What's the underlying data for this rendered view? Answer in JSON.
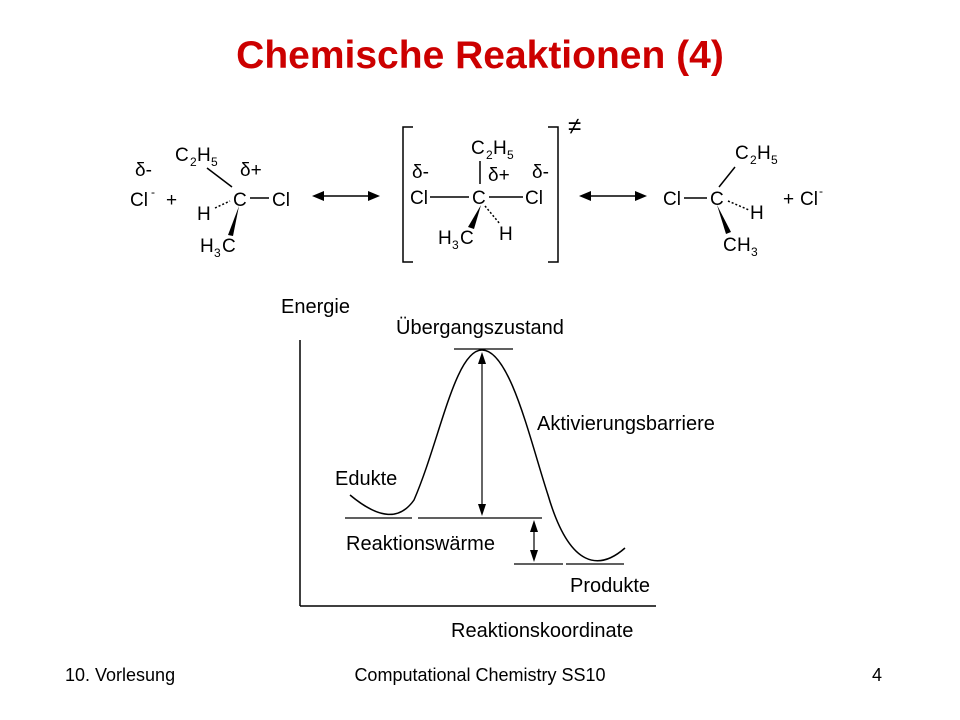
{
  "slide": {
    "title": "Chemische Reaktionen (4)",
    "title_color": "#cc0000",
    "footer_left": "10. Vorlesung",
    "footer_center": "Computational Chemistry SS10",
    "footer_right": "4"
  },
  "reaction": {
    "reactant": {
      "nucleophile": "Cl",
      "nucleophile_charge": "-",
      "nucleophile_partial": "δ-",
      "plus": "+",
      "carbon": "C",
      "carbon_partial": "δ+",
      "leaving_group": "Cl",
      "substituent_top": "C",
      "substituent_top_sub1": "2",
      "substituent_top_h": "H",
      "substituent_top_sub2": "5",
      "hydrogen": "H",
      "methyl_h": "H",
      "methyl_sub": "3",
      "methyl_c": "C"
    },
    "transition_state": {
      "symbol": "≠",
      "left_partial": "δ-",
      "right_partial": "δ-",
      "carbon_partial": "δ+",
      "left_cl": "Cl",
      "right_cl": "Cl",
      "carbon": "C",
      "top_c": "C",
      "top_sub1": "2",
      "top_h": "H",
      "top_sub2": "5",
      "methyl_h": "H",
      "methyl_sub": "3",
      "methyl_c": "C",
      "hydrogen": "H"
    },
    "product": {
      "cl": "Cl",
      "carbon": "C",
      "top_c": "C",
      "top_sub1": "2",
      "top_h": "H",
      "top_sub2": "5",
      "hydrogen": "H",
      "methyl_c": "C",
      "methyl_h": "H",
      "methyl_sub": "3",
      "plus": "+",
      "cl_ion": "Cl",
      "cl_charge": "-"
    }
  },
  "energy_diagram": {
    "y_label": "Energie",
    "x_label": "Reaktionskoordinate",
    "transition_label": "Übergangszustand",
    "barrier_label": "Aktivierungsbarriere",
    "educts_label": "Edukte",
    "heat_label": "Reaktionswärme",
    "products_label": "Produkte"
  }
}
